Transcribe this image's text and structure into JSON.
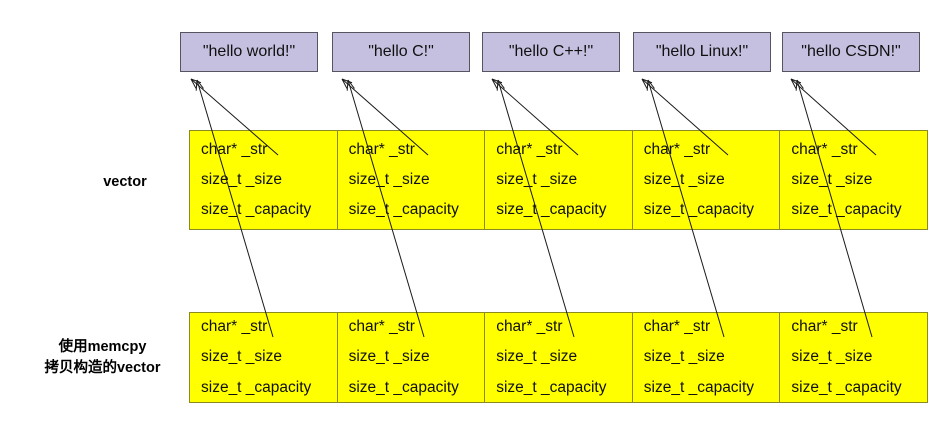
{
  "diagram": {
    "title": "vector of strings copied with memcpy (shallow copy) diagram",
    "colors": {
      "string_box_fill": "#c6c0e0",
      "string_box_border": "#555560",
      "vector_cell_fill": "#ffff00",
      "vector_cell_border": "#8a8a20",
      "arrow": "#1a1a1a",
      "text": "#101010",
      "background": "#ffffff"
    }
  },
  "strings": {
    "items": [
      {
        "label": "\"hello world!\""
      },
      {
        "label": "\"hello C!\""
      },
      {
        "label": "\"hello C++!\""
      },
      {
        "label": "\"hello Linux!\""
      },
      {
        "label": "\"hello CSDN!\""
      }
    ]
  },
  "rows": [
    {
      "label": "vector",
      "label_line1": "vector",
      "label_line2": "",
      "cells": [
        {
          "fields": [
            "char* _str",
            "size_t _size",
            "size_t _capacity"
          ]
        },
        {
          "fields": [
            "char* _str",
            "size_t _size",
            "size_t _capacity"
          ]
        },
        {
          "fields": [
            "char* _str",
            "size_t _size",
            "size_t _capacity"
          ]
        },
        {
          "fields": [
            "char* _str",
            "size_t _size",
            "size_t _capacity"
          ]
        },
        {
          "fields": [
            "char* _str",
            "size_t _size",
            "size_t _capacity"
          ]
        }
      ]
    },
    {
      "label": "使用memcpy拷贝构造的vector",
      "label_line1": "使用memcpy",
      "label_line2": "拷贝构造的vector",
      "cells": [
        {
          "fields": [
            "char* _str",
            "size_t _size",
            "size_t _capacity"
          ]
        },
        {
          "fields": [
            "char* _str",
            "size_t _size",
            "size_t _capacity"
          ]
        },
        {
          "fields": [
            "char* _str",
            "size_t _size",
            "size_t _capacity"
          ]
        },
        {
          "fields": [
            "char* _str",
            "size_t _size",
            "size_t _capacity"
          ]
        },
        {
          "fields": [
            "char* _str",
            "size_t _size",
            "size_t _capacity"
          ]
        }
      ]
    }
  ],
  "fields": {
    "str": "char* _str",
    "size": "size_t _size",
    "capacity": "size_t _capacity"
  }
}
